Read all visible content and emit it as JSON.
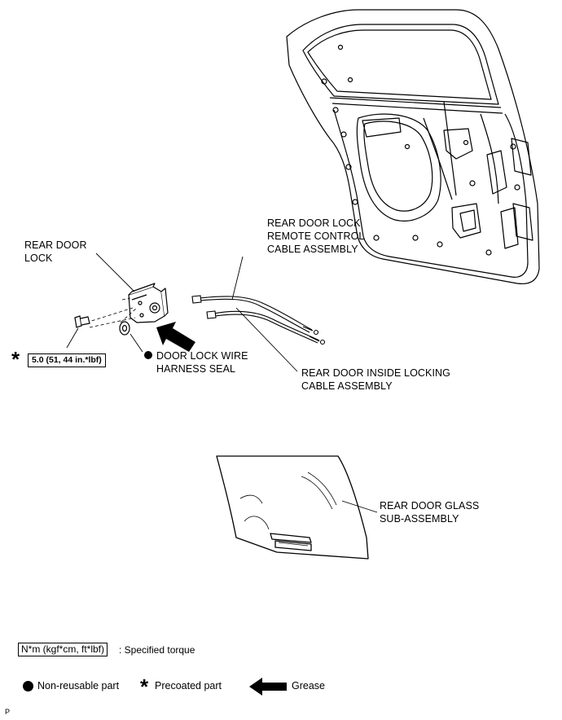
{
  "labels": {
    "rear_door_lock": [
      "REAR DOOR",
      "LOCK"
    ],
    "remote_control_cable": [
      "REAR DOOR LOCK",
      "REMOTE CONTROL",
      "CABLE ASSEMBLY"
    ],
    "harness_seal": [
      "DOOR LOCK WIRE",
      "HARNESS SEAL"
    ],
    "inside_locking_cable": [
      "REAR DOOR INSIDE LOCKING",
      "CABLE ASSEMBLY"
    ],
    "door_glass": [
      "REAR DOOR GLASS",
      "SUB-ASSEMBLY"
    ]
  },
  "torque": {
    "value": "5.0 (51, 44 in.*lbf)",
    "star": "*"
  },
  "legend": {
    "torque_unit": "N*m (kgf*cm, ft*lbf)",
    "torque_desc": ": Specified torque",
    "non_reusable": "Non-reusable part",
    "precoated_star": "*",
    "precoated": "Precoated part",
    "grease": "Grease"
  },
  "footer_code": "P"
}
